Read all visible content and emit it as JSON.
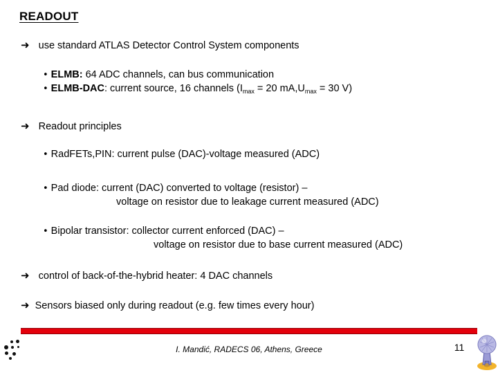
{
  "slide": {
    "title": "READOUT",
    "arrow_glyph": "➜",
    "bullet_glyph": "•",
    "bullets": [
      {
        "id": "arrow1",
        "kind": "arrow",
        "text": "use standard ATLAS Detector Control System components"
      },
      {
        "id": "elmb",
        "kind": "sub-bullet",
        "bold_prefix": "ELMB:",
        "text": " 64 ADC channels, can bus communication"
      },
      {
        "id": "elmb-dac",
        "kind": "sub-bullet",
        "bold_prefix": "ELMB-DAC",
        "text": ": current source, 16 channels  (I",
        "sub1": "max",
        "mid1": " = 20 mA,U",
        "sub2": "max",
        "tail": " = 30 V)"
      },
      {
        "id": "arrow2",
        "kind": "arrow",
        "text": "Readout principles"
      },
      {
        "id": "radfets",
        "kind": "sub-bullet",
        "text": "RadFETs,PIN: current pulse (DAC)-voltage measured (ADC)"
      },
      {
        "id": "pad-diode",
        "kind": "sub-bullet",
        "text": "Pad diode: current (DAC) converted to voltage (resistor) –"
      },
      {
        "id": "pad-diode-cont",
        "kind": "continuation",
        "text": "voltage on resistor due to leakage current measured (ADC)"
      },
      {
        "id": "bipolar",
        "kind": "sub-bullet",
        "text": "Bipolar transistor: collector current enforced (DAC) –"
      },
      {
        "id": "bipolar-cont",
        "kind": "continuation",
        "text": "voltage on resistor due to base current measured (ADC)"
      },
      {
        "id": "arrow3",
        "kind": "arrow",
        "text": "control of back-of-the-hybrid heater: 4 DAC channels"
      },
      {
        "id": "arrow4",
        "kind": "arrow",
        "text": "Sensors biased only during readout (e.g. few times every hour)"
      }
    ]
  },
  "footer": {
    "citation": "I. Mandić, RADECS 06, Athens, Greece",
    "page_number": "11"
  },
  "colors": {
    "red_bar": "#E4000B",
    "red_bar_border": "#8E0008",
    "background": "#FFFFFF",
    "text": "#000000",
    "lamp_globe": "#8A8ACB",
    "lamp_base": "#F0B323"
  }
}
